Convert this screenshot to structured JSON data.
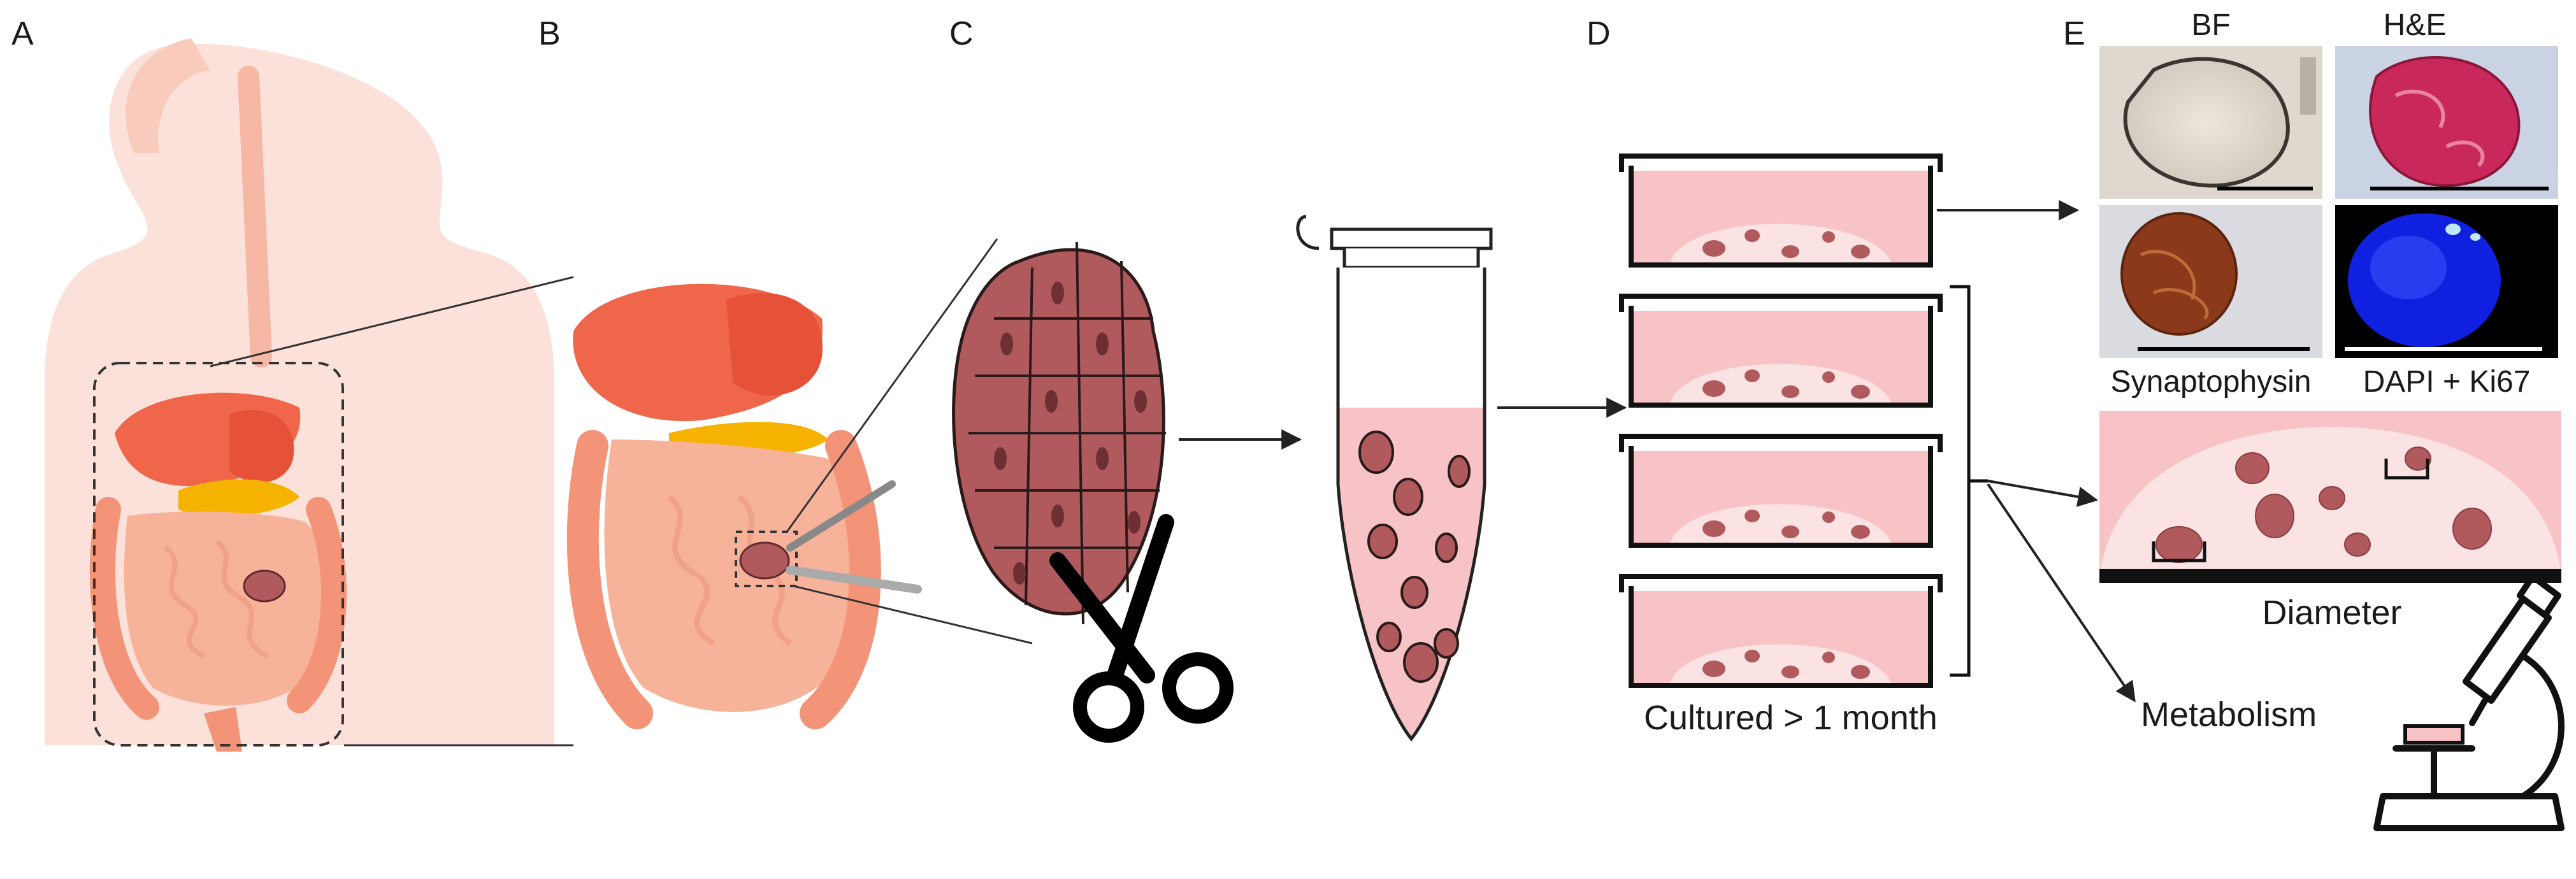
{
  "panels": {
    "a": "A",
    "b": "B",
    "c": "C",
    "d": "D",
    "e": "E"
  },
  "labels": {
    "cultured": "Cultured > 1 month",
    "bf": "BF",
    "he": "H&E",
    "synaptophysin": "Synaptophysin",
    "dapi_ki67": "DAPI + Ki67",
    "diameter": "Diameter",
    "metabolism": "Metabolism"
  },
  "colors": {
    "body_silhouette": "#fbe1da",
    "liver": "#f0664a",
    "pancreas": "#f6b200",
    "intestine": "#f7b39a",
    "tissue": "#b05a5e",
    "medium": "#f7c3c6",
    "matrigel": "#fbe3e3",
    "dapi": "#1020e0",
    "he_stain": "#c8285a"
  }
}
